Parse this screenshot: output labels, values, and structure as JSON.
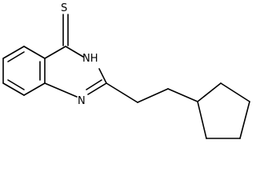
{
  "molecule": {
    "atoms": {
      "S": "S",
      "NH": "NH",
      "N": "N"
    }
  }
}
